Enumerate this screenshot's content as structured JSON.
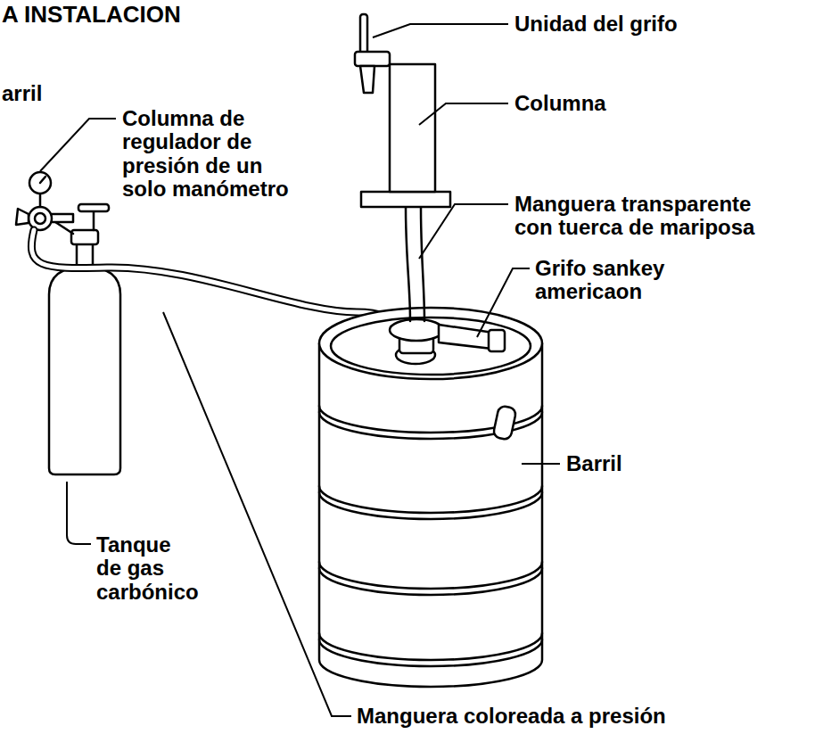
{
  "diagram": {
    "title": "A INSTALACION",
    "labels": [
      "arril",
      "Columna de regulador de presión de un solo manómetro",
      "Unidad del grifo",
      "Columna",
      "Manguera transparente con tuerca de mariposa",
      "Grifo sankey americaon",
      "Barril",
      "Tanque de gas carbónico",
      "Manguera coloreada a presión"
    ]
  }
}
